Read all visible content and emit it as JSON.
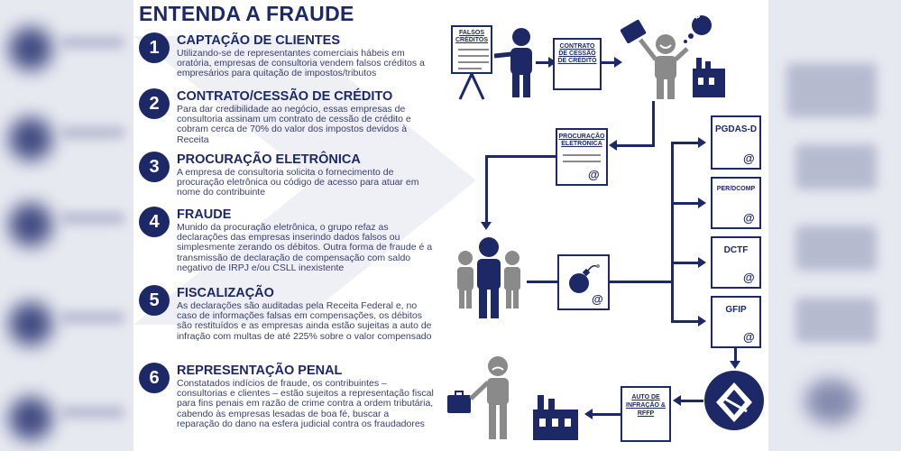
{
  "title": "ENTENDA A FRAUDE",
  "steps": [
    {
      "num": "1",
      "title": "CAPTAÇÃO DE CLIENTES",
      "desc": "Utilizando-se de representantes comerciais hábeis em oratória, empresas de consultoria vendem falsos créditos a empresários para quitação de impostos/tributos"
    },
    {
      "num": "2",
      "title": "CONTRATO/CESSÃO DE CRÉDITO",
      "desc": "Para dar credibilidade ao negócio, essas empresas de consultoria assinam um contrato de cessão de crédito e cobram cerca de 70% do valor dos impostos devidos à Receita"
    },
    {
      "num": "3",
      "title": "PROCURAÇÃO ELETRÔNICA",
      "desc": "A empresa de consultoria solicita o fornecimento de procuração eletrônica ou código de acesso para atuar em nome do contribuinte"
    },
    {
      "num": "4",
      "title": "FRAUDE",
      "desc": "Munido da procuração eletrônica, o grupo refaz as declarações das empresas inserindo dados falsos ou simplesmente zerando os débitos. Outra forma de fraude é a transmissão de declaração de compensação com saldo negativo de IRPJ e/ou CSLL inexistente"
    },
    {
      "num": "5",
      "title": "FISCALIZAÇÃO",
      "desc": "As declarações são auditadas pela Receita Federal e, no caso de informações falsas em compensações, os débitos são restituídos e as empresas ainda estão sujeitas a auto de infração com multas de até 225% sobre o valor compensado"
    },
    {
      "num": "6",
      "title": "REPRESENTAÇÃO PENAL",
      "desc": "Constatados indícios de fraude, os contribuintes – consultorias e clientes – estão sujeitos a representação fiscal para fins penais em razão de crime contra a ordem tributária, cabendo às empresas lesadas de boa fé, buscar a reparação do dano na esfera judicial contra os fraudadores"
    }
  ],
  "flow": {
    "falsos": "FALSOS CRÉDITOS",
    "contrato": "CONTRATO DE CESSÃO DE CRÉDITO",
    "dollar": "$",
    "procuracao": "PROCURAÇÃO ELETRÔNICA",
    "pgdas": "PGDAS-D",
    "perdcomp": "PER/DCOMP",
    "dctf": "DCTF",
    "gfip": "GFIP",
    "auto": "AUTO DE INFRAÇÃO & RFFP",
    "at": "@"
  },
  "colors": {
    "navy": "#1d2866",
    "gray": "#8a8a8a"
  }
}
